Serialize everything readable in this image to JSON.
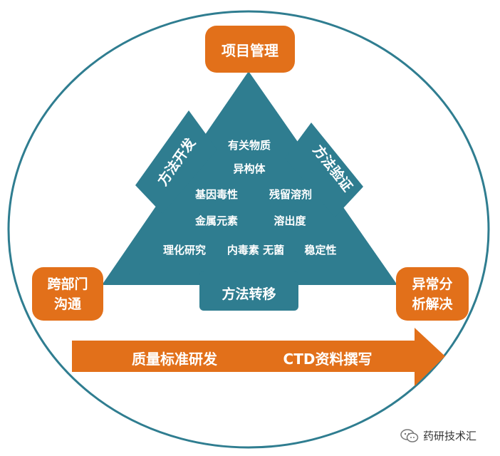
{
  "diagram": {
    "top_box": "项目管理",
    "left_box": [
      "跨部门",
      "沟通"
    ],
    "right_box": [
      "异常分",
      "析解决"
    ],
    "left_slope": "方法开发",
    "right_slope": "方法验证",
    "bottom_tab": "方法转移",
    "topics": {
      "t1": "有关物质",
      "t2": "异构体",
      "t3": "基因毒性",
      "t4": "残留溶剂",
      "t5": "金属元素",
      "t6": "溶出度",
      "t7": "理化研究",
      "t8": "内毒素 无菌",
      "t9": "稳定性"
    },
    "arrow_left": "质量标准研发",
    "arrow_right": "CTD资料撰写"
  },
  "watermark": {
    "text": "药研技术汇",
    "icon": "wechat-icon"
  },
  "colors": {
    "teal": "#2f7d90",
    "orange": "#e2701a",
    "circle": "#2f7d90"
  }
}
